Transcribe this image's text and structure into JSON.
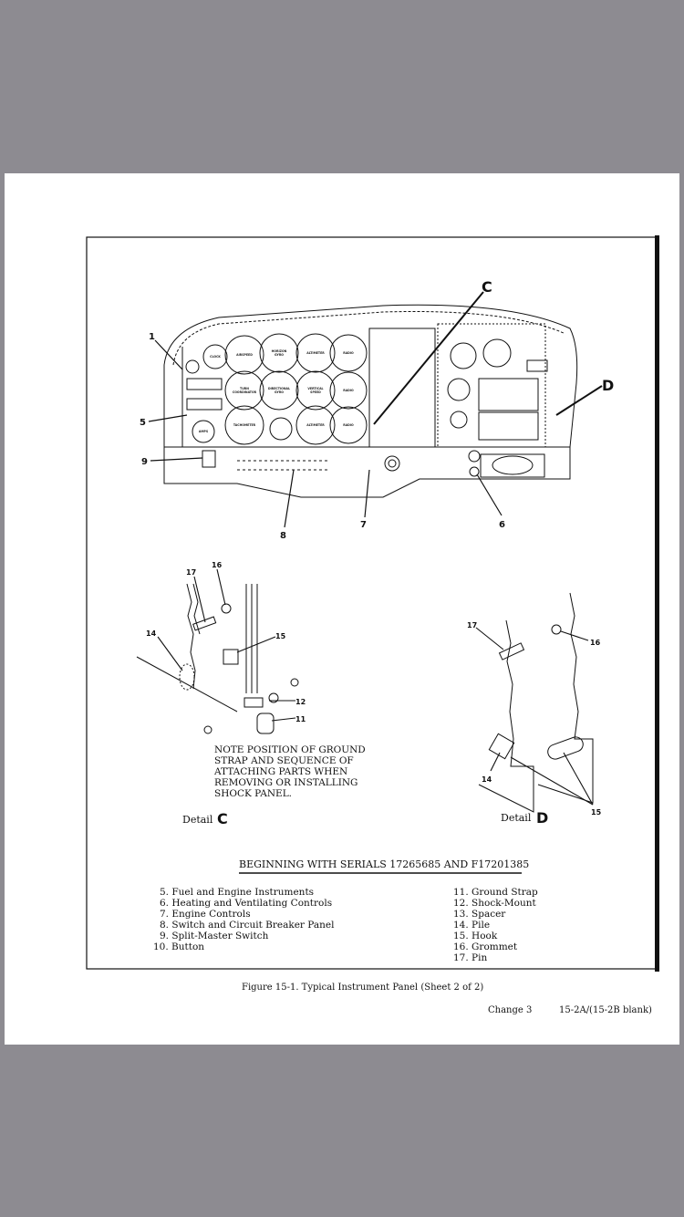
{
  "figure": {
    "callouts": {
      "c1": "1",
      "c5": "5",
      "c9": "9",
      "c8": "8",
      "c7": "7",
      "c6": "6",
      "cC": "C",
      "cD": "D",
      "dc17": "17",
      "dc16": "16",
      "dc14": "14",
      "dc15": "15",
      "dc12": "12",
      "dc11": "11",
      "dd17": "17",
      "dd16": "16",
      "dd14": "14",
      "dd15": "15"
    },
    "gauges": {
      "clock": "CLOCK",
      "airspeed": "AIRSPEED",
      "gyro": [
        "HORIZON",
        "GYRO"
      ],
      "altimeter1": "ALTIMETER",
      "radio1": "RADIO",
      "turn": [
        "TURN",
        "COORDINATOR"
      ],
      "dg": [
        "DIRECTIONAL",
        "GYRO"
      ],
      "vs": [
        "VERTICAL",
        "SPEED"
      ],
      "radio2": "RADIO",
      "tach": "TACHOMETER",
      "altimeter2": "ALTIMETER",
      "radio3": "RADIO",
      "amps": "AMPS"
    },
    "note": [
      "NOTE POSITION OF GROUND",
      "STRAP AND SEQUENCE OF",
      "ATTACHING PARTS WHEN",
      "REMOVING OR INSTALLING",
      "SHOCK PANEL."
    ],
    "detail_c": {
      "word": "Detail",
      "letter": "C"
    },
    "detail_d": {
      "word": "Detail",
      "letter": "D"
    }
  },
  "serials_heading": "BEGINNING WITH SERIALS 17265685 AND F17201385",
  "legend_left": [
    "5.  Fuel and Engine Instruments",
    "6.  Heating and Ventilating Controls",
    "7.  Engine Controls",
    "8.  Switch and Circuit Breaker Panel",
    "9.  Split-Master Switch",
    "10.  Button"
  ],
  "legend_right": [
    "11.  Ground Strap",
    "12.  Shock-Mount",
    "13.  Spacer",
    "14.  Pile",
    "15.  Hook",
    "16.  Grommet",
    "17.  Pin"
  ],
  "caption": "Figure 15-1.  Typical Instrument Panel (Sheet 2 of 2)",
  "footer": {
    "change": "Change 3",
    "page": "15-2A/(15-2B blank)"
  }
}
